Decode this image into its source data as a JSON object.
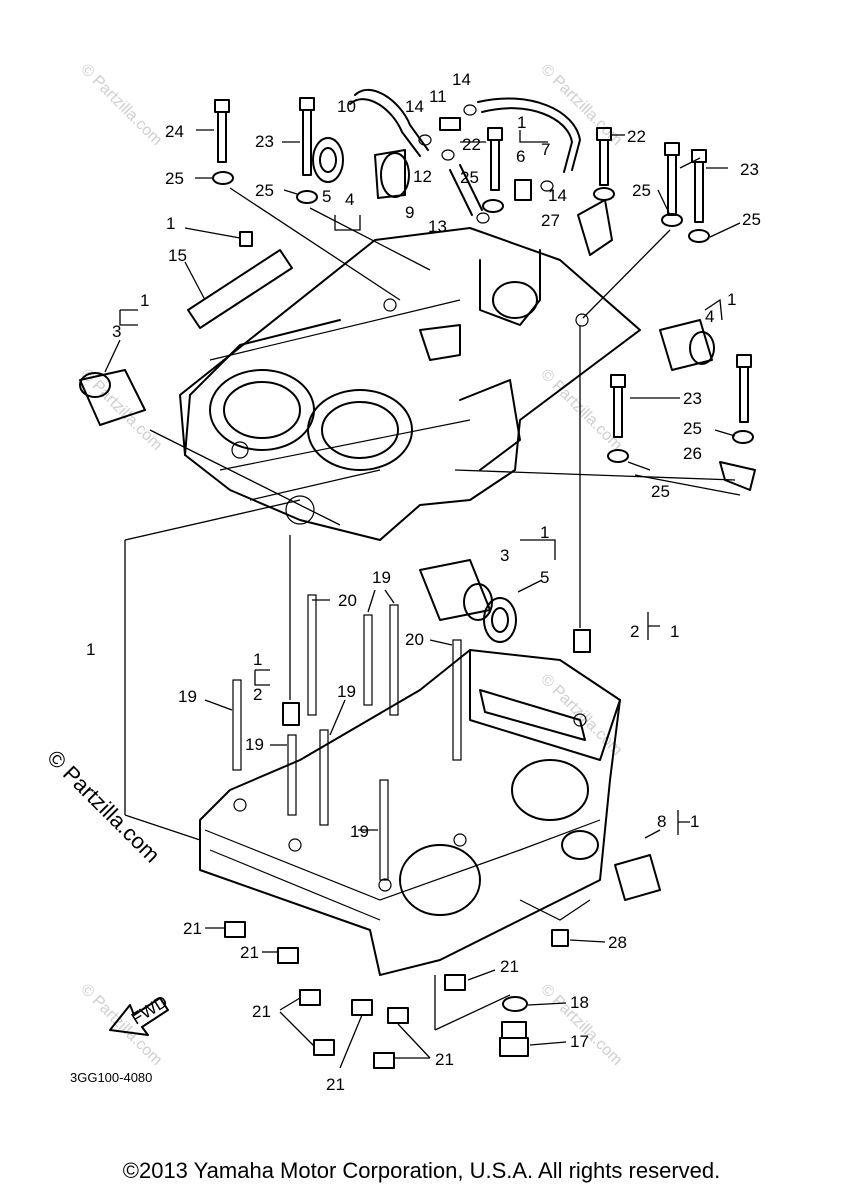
{
  "diagram": {
    "code": "3GG100-4080",
    "copyright": "©2013 Yamaha Motor Corporation, U.S.A. All rights reserved.",
    "watermark": "© Partzilla.com",
    "direction_label": "FWD",
    "callouts": [
      "1",
      "2",
      "3",
      "4",
      "5",
      "6",
      "7",
      "8",
      "9",
      "10",
      "11",
      "12",
      "13",
      "14",
      "15",
      "17",
      "18",
      "19",
      "20",
      "21",
      "22",
      "23",
      "24",
      "25",
      "26",
      "27",
      "28"
    ]
  }
}
